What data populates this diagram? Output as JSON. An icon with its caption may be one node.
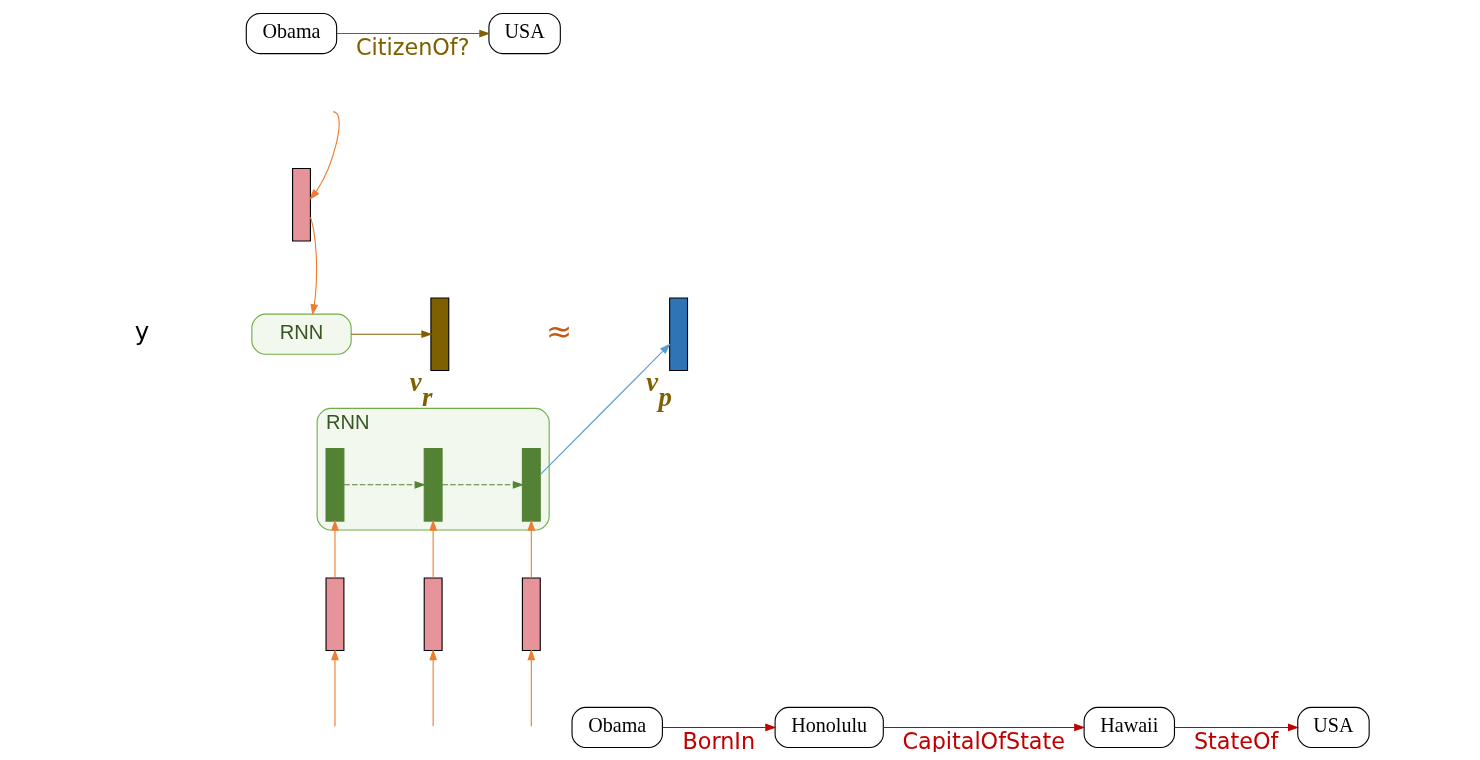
{
  "diagram": {
    "nodes": [
      {
        "text": [
          "Obama"
        ]
      },
      {
        "text": [
          "USA"
        ]
      },
      {
        "text": [],
        "shape": "bar"
      },
      {
        "text": [
          "RNN"
        ]
      },
      {
        "text": [],
        "shape": "bar",
        "beside": [
          "v$_{r}$"
        ]
      },
      {
        "text": [],
        "shape": "bar",
        "beside": [
          "v$_{p}$"
        ]
      },
      {
        "text": [
          "RNN"
        ]
      },
      {
        "text": [],
        "shape": "bar",
        "in": 6
      },
      {
        "text": [],
        "shape": "bar",
        "in": 6
      },
      {
        "text": [],
        "shape": "bar",
        "in": 6
      },
      {
        "text": [],
        "shape": "bar"
      },
      {
        "text": [],
        "shape": "bar"
      },
      {
        "text": [],
        "shape": "bar"
      },
      {
        "text": [
          "Obama"
        ]
      },
      {
        "text": [
          "Honolulu"
        ]
      },
      {
        "text": [
          "Hawaii"
        ]
      },
      {
        "text": [
          "USA"
        ]
      }
    ],
    "edges": [
      {
        "from": 0,
        "to": 1,
        "arrow": "to",
        "label": "CitizenOf?",
        "color": "#7f6000"
      },
      {
        "from": null,
        "to": 2,
        "arrow": "to"
      },
      {
        "from": 2,
        "to": 3,
        "arrow": "to"
      },
      {
        "from": 3,
        "to": 4,
        "arrow": "to",
        "color": "#7f6000"
      },
      {
        "from": 9,
        "to": 5,
        "arrow": "to",
        "color": "#5b9bd5"
      },
      {
        "from": 7,
        "to": 8,
        "arrow": "to",
        "style": "dashed",
        "color": "#548235"
      },
      {
        "from": 8,
        "to": 9,
        "arrow": "to",
        "style": "dashed",
        "color": "#548235"
      },
      {
        "from": 10,
        "to": 7,
        "arrow": "to"
      },
      {
        "from": 11,
        "to": 8,
        "arrow": "to"
      },
      {
        "from": 12,
        "to": 9,
        "arrow": "to"
      },
      {
        "from": null,
        "to": 10,
        "arrow": "to"
      },
      {
        "from": null,
        "to": 11,
        "arrow": "to"
      },
      {
        "from": null,
        "to": 12,
        "arrow": "to"
      },
      {
        "from": 13,
        "to": 14,
        "arrow": "to",
        "label": "BornIn",
        "color": "#c00000"
      },
      {
        "from": 14,
        "to": 15,
        "arrow": "to",
        "label": "CapitalOfState",
        "color": "#c00000"
      },
      {
        "from": 15,
        "to": 16,
        "arrow": "to",
        "label": "StateOf",
        "color": "#c00000"
      }
    ],
    "labels": [
      "≈",
      "y"
    ]
  }
}
